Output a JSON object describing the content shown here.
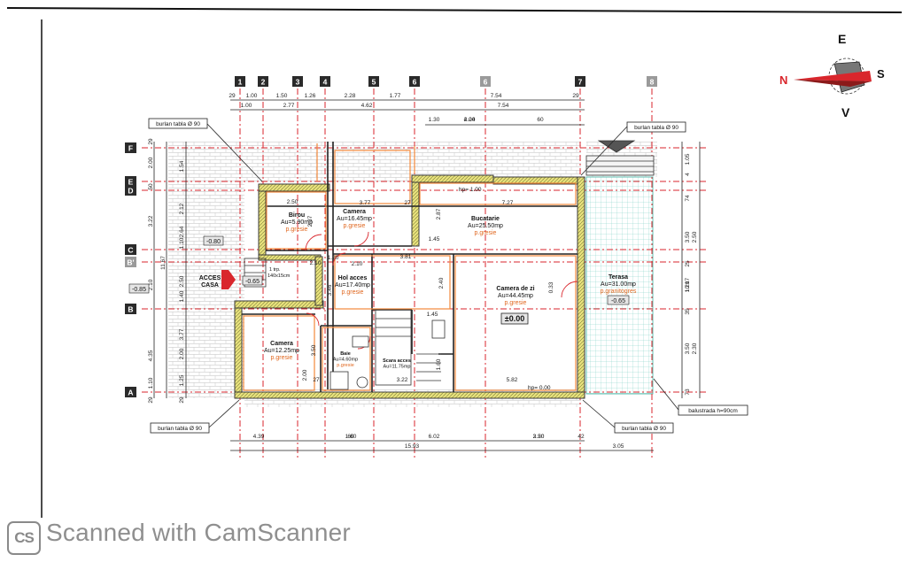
{
  "axes": {
    "numbered": [
      "1",
      "2",
      "3",
      "4",
      "5",
      "6",
      "6",
      "7",
      "8"
    ],
    "lettered": [
      "F",
      "E",
      "D",
      "C",
      "B'",
      "B",
      "A"
    ]
  },
  "compass": {
    "e": "E",
    "s": "S",
    "n": "N",
    "v": "V"
  },
  "rooms": [
    {
      "name": "Birou",
      "area": "Au=5.90mp",
      "finish": "p.gresie"
    },
    {
      "name": "Camera",
      "area": "Au=16.45mp",
      "finish": "p.gresie"
    },
    {
      "name": "Bucatarie",
      "area": "Au=25.50mp",
      "finish": "p.gresie"
    },
    {
      "name": "Hol acces",
      "area": "Au=17.40mp",
      "finish": "p.gresie"
    },
    {
      "name": "Camera de zi",
      "area": "Au=44.45mp",
      "finish": "p.gresie"
    },
    {
      "name": "Terasa",
      "area": "Au=31.00mp",
      "finish": "p.granitogres"
    },
    {
      "name": "Camera",
      "area": "Au=12.25mp",
      "finish": "p.gresie"
    },
    {
      "name": "Baie",
      "area": "Au=4.60mp",
      "finish": "p.gresie"
    },
    {
      "name": "Scara acces",
      "area": "Au=11.75mp",
      "finish": ""
    }
  ],
  "annotations": {
    "burlan_top_left": "burlan tabla Ø 90",
    "burlan_top_right": "burlan tabla Ø 90",
    "burlan_bottom_left": "burlan tabla Ø 90",
    "burlan_bottom_right": "burlan tabla Ø 90",
    "balustrada": "balustrada h=90cm",
    "acces_casa_1": "ACCES",
    "acces_casa_2": "CASA",
    "level_zero": "±0.00",
    "level_terasa": "-0.65",
    "level_acces": "-0.65",
    "level_left": "-0.85",
    "level_mid": "-0.80",
    "hp_kitchen": "hp= 1.00",
    "hp_living": "hp= 0.00",
    "one_step": "1 trp.",
    "step_size": "140x15cm"
  },
  "dimensions": {
    "top_row1": [
      "29",
      "1.00",
      "1.50",
      "1.26",
      "2.28",
      "1.77",
      "7.54",
      "29"
    ],
    "top_row2": [
      "1.00",
      "2.77",
      "4.62",
      "7.54"
    ],
    "top_row3": [
      "1.30",
      "2.00",
      "60",
      "4.24"
    ],
    "bottom_row1": [
      "4.39",
      "1.60",
      "60",
      "6.02",
      "3.50",
      "2.20",
      "42"
    ],
    "bottom_row2": [
      "15.93",
      "3.05"
    ],
    "left_row1": [
      "29",
      "2.00",
      "50",
      "3.22",
      "2.10",
      "4.35",
      "1.10",
      "29"
    ],
    "left_row2": [
      "1.54",
      "2.12",
      "2.64",
      "1.10",
      "2.50",
      "1.40",
      "3.77",
      "2.00",
      "1.25",
      "29"
    ],
    "left_total": "11.67",
    "right_row1": [
      "1.05",
      "4",
      "74",
      "3.50",
      "25",
      "1.20",
      "10.17",
      "35",
      "3.50",
      "73"
    ],
    "right_row2": [
      "2.50",
      "2.30"
    ],
    "inner": [
      "2.50",
      "3.77",
      "27",
      "7.27",
      "2.37",
      "1.45",
      "3.81",
      "2.10",
      "1.20",
      "2.10",
      "2.40",
      "3.46",
      "3.50",
      "2.00",
      "3.22",
      "5.82",
      "2.87",
      "0.33",
      "1.45",
      "1.60",
      "27"
    ]
  },
  "footer": {
    "logo": "CS",
    "text": "Scanned with CamScanner"
  }
}
